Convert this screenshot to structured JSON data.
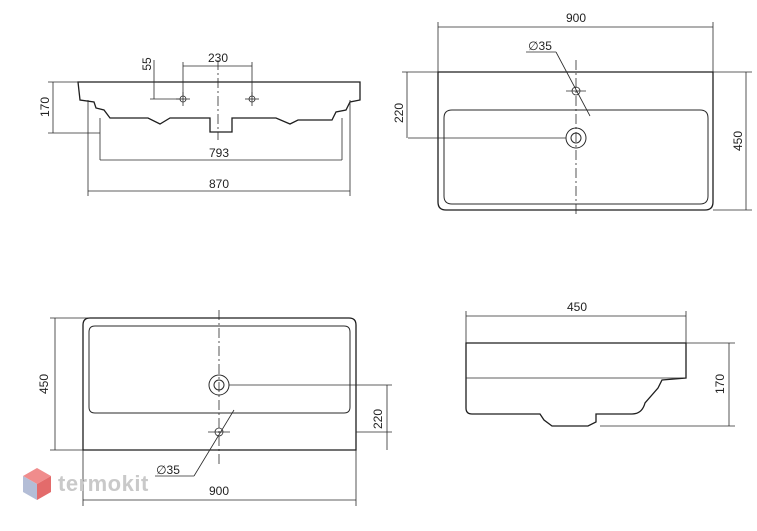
{
  "brand": {
    "name": "termokit",
    "colors": {
      "hex_top": "#f08c8c",
      "hex_right": "#e36b6b",
      "hex_left": "#b3bdd6"
    }
  },
  "dimensions": {
    "front": {
      "hole_spacing": "230",
      "hole_height": "55",
      "height": "170",
      "inner_width": "793",
      "overall_width": "870"
    },
    "top": {
      "width": "900",
      "hole_diameter": "∅35",
      "hole_offset": "220",
      "depth": "450"
    },
    "bottom": {
      "depth": "450",
      "hole_offset": "220",
      "hole_diameter": "∅35",
      "width": "900"
    },
    "side": {
      "depth": "450",
      "height": "170"
    }
  }
}
